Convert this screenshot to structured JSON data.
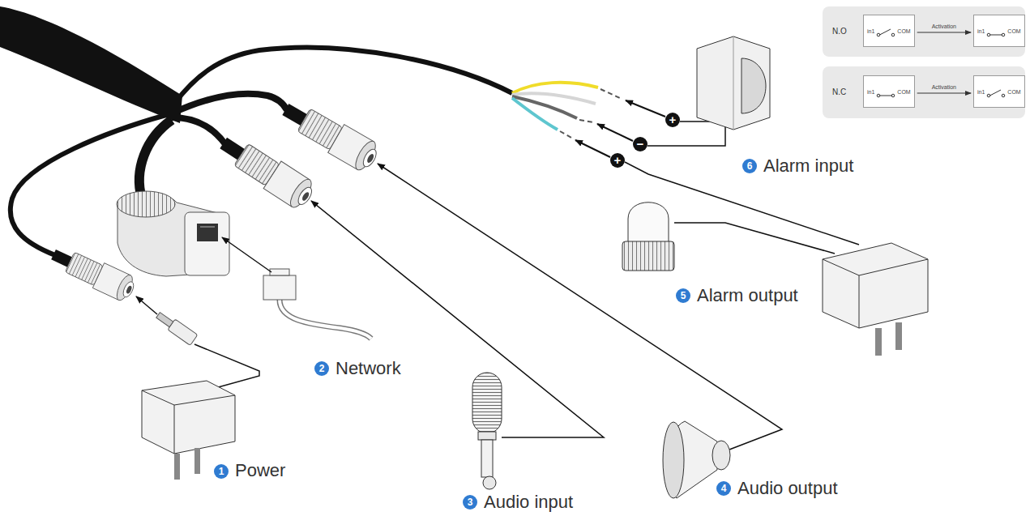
{
  "diagram": {
    "nodes": [
      {
        "text": [
          "N.O"
        ]
      },
      {
        "text": [
          "in1",
          "COM"
        ],
        "in": 0
      },
      {
        "text": [
          "in1",
          "COM"
        ],
        "in": 0
      },
      {
        "text": [
          "N.C"
        ]
      },
      {
        "text": [
          "in1",
          "COM"
        ],
        "in": 3
      },
      {
        "text": [
          "in1",
          "COM"
        ],
        "in": 3
      }
    ],
    "edges": [
      {
        "from": 1,
        "to": 2,
        "arrow": "to",
        "label": "Activation"
      },
      {
        "from": 4,
        "to": 5,
        "arrow": "to",
        "label": "Activation"
      }
    ],
    "labels": [
      "1",
      "Power",
      "2",
      "Network",
      "3",
      "Audio input",
      "4",
      "Audio output",
      "5",
      "Alarm output",
      "6",
      "Alarm input",
      "+",
      "−",
      "+"
    ]
  }
}
